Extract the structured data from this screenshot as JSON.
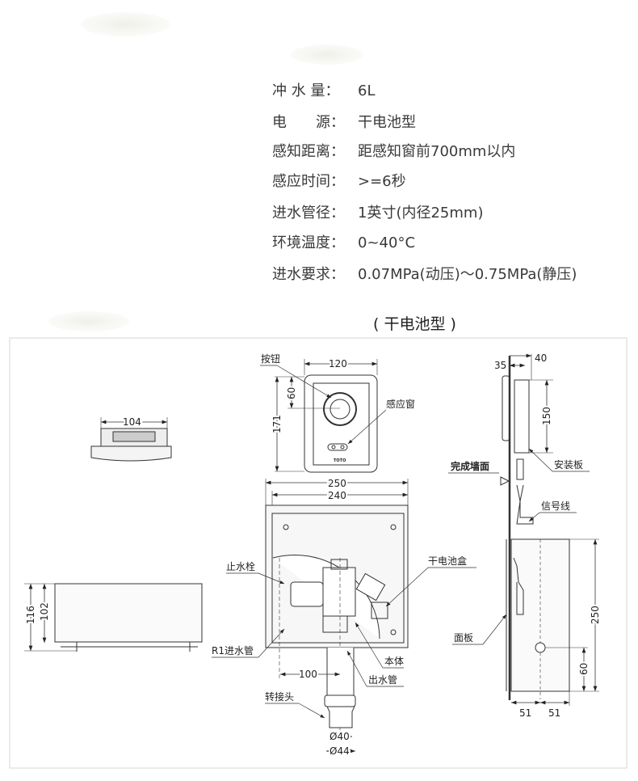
{
  "specs": [
    {
      "label": "冲 水 量：",
      "value": "6L"
    },
    {
      "label": "电　　源：",
      "value": "干电池型"
    },
    {
      "label": "感知距离：",
      "value": "距感知窗前700mm以内"
    },
    {
      "label": "感应时间：",
      "value": ">=6秒"
    },
    {
      "label": "进水管径：",
      "value": "1英寸(内径25mm)"
    },
    {
      "label": "环境温度：",
      "value": "0~40°C"
    },
    {
      "label": "进水要求：",
      "value": "0.07MPa(动压)～0.75MPa(静压)"
    }
  ],
  "subtitle": "( 干电池型 )",
  "diagram": {
    "labels": {
      "button": "按钮",
      "sensor_window": "感应窗",
      "stop_valve": "止水栓",
      "battery_box": "干电池盒",
      "inlet_pipe": "R1进水管",
      "body": "本体",
      "outlet_pipe": "出水管",
      "adapter": "转接头",
      "finished_wall": "完成墙面",
      "mounting_plate": "安装板",
      "signal_wire": "信号线",
      "panel": "面板",
      "brand": "TOTO"
    },
    "dims": {
      "top_width": "104",
      "side_h1": "116",
      "side_h2": "102",
      "panel_w": "120",
      "button_h": "60",
      "panel_h": "171",
      "box_w1": "250",
      "box_w2": "240",
      "offset": "100",
      "d40": "Ø40",
      "d44": "Ø44",
      "d35": "35",
      "d40r": "40",
      "d150": "150",
      "d250": "250",
      "d60": "60",
      "d51a": "51",
      "d51b": "51"
    }
  }
}
